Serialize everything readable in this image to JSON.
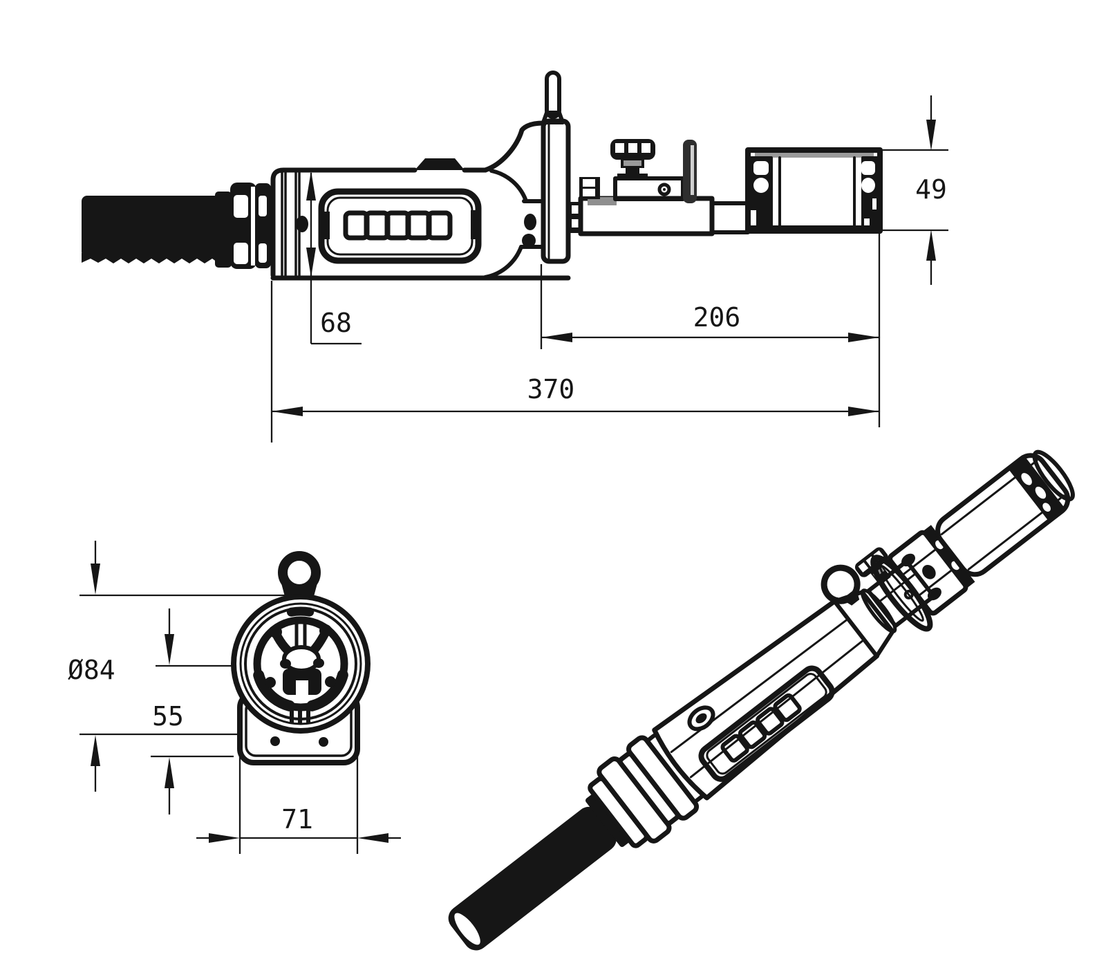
{
  "page": {
    "background": "#ffffff",
    "line_color": "#161616",
    "accent_gray": "#8f8f8f"
  },
  "drawing": {
    "kind": "engineering-dimension-drawing",
    "dims": {
      "d68": "68",
      "d206": "206",
      "d370": "370",
      "d49": "49",
      "d84": "Ø84",
      "d55": "55",
      "d71": "71"
    }
  }
}
